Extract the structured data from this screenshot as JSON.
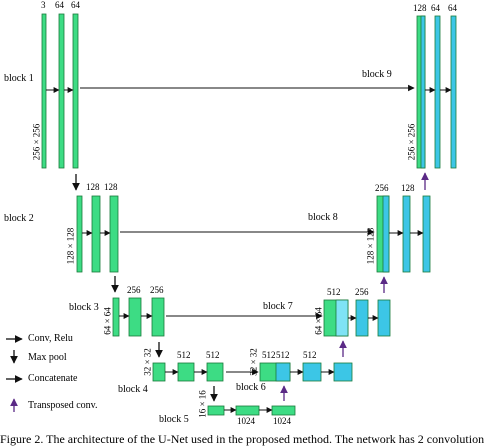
{
  "blocks": {
    "b1": "block 1",
    "b2": "block 2",
    "b3": "block 3",
    "b4": "block 4",
    "b5": "block 5",
    "b6": "block 6",
    "b7": "block 7",
    "b8": "block 8",
    "b9": "block 9"
  },
  "channels": {
    "c3": "3",
    "c64": "64",
    "c128": "128",
    "c256": "256",
    "c512": "512",
    "c1024": "1024"
  },
  "sizes": {
    "s256": "256 × 256",
    "s128": "128 × 128",
    "s64": "64 × 64",
    "s32": "32 × 32",
    "s16": "16 × 16"
  },
  "legend": {
    "conv": "Conv, Relu",
    "pool": "Max pool",
    "concat": "Concatenate",
    "transposed": "Transposed conv."
  },
  "caption": "Figure 2. The architecture of the U-Net used in the proposed method. The network has 2 convolution",
  "colors": {
    "encoder": "#3ddc84",
    "decoder": "#3cc6e6",
    "outline": "#1a7a3a",
    "transposed_arrow": "#5b2a86",
    "pool_arrow": "#c9a24a"
  }
}
